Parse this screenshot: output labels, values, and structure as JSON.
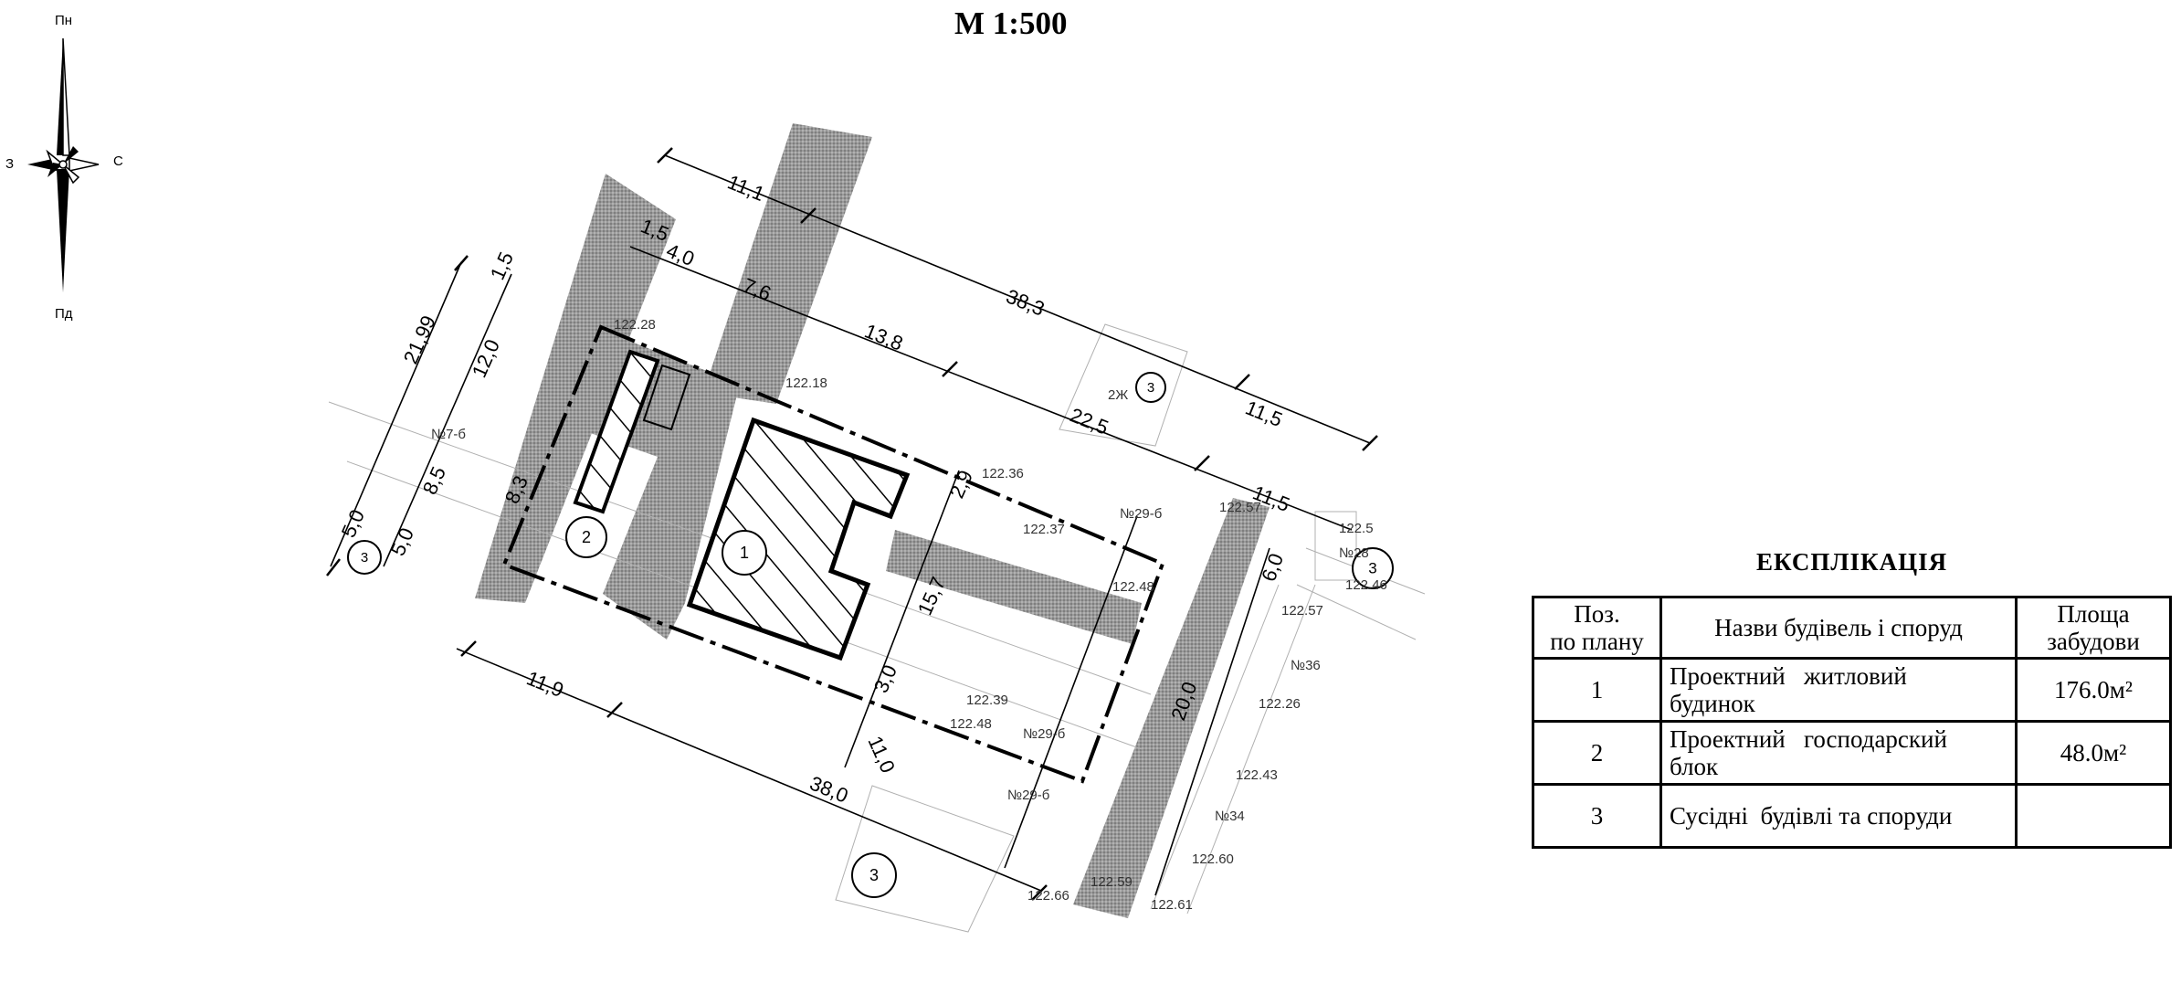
{
  "scale_title": "М 1:500",
  "compass": {
    "north": "Пн",
    "south": "Пд",
    "west": "З",
    "east": "С"
  },
  "plan": {
    "dimensions": {
      "d_11_1": "11,1",
      "d_38_3": "38,3",
      "d_1_5_top": "1,5",
      "d_4_0": "4,0",
      "d_7_6": "7,6",
      "d_13_8": "13,8",
      "d_22_5": "22,5",
      "d_11_5_a": "11,5",
      "d_11_5_b": "11,5",
      "d_21_99": "21,99",
      "d_1_5_left": "1,5",
      "d_12_0": "12,0",
      "d_8_5": "8,5",
      "d_8_3": "8,3",
      "d_5_0_a": "5,0",
      "d_5_0_b": "5,0",
      "d_2_9": "2,9",
      "d_15_7": "15,7",
      "d_3_0": "3,0",
      "d_11_0": "11,0",
      "d_11_9": "11,9",
      "d_38_0": "38,0",
      "d_6_0": "6,0",
      "d_20_0": "20,0"
    },
    "elevations": [
      "122.28",
      "122.18",
      "122.36",
      "122.37",
      "122.48",
      "122.57",
      "122.5",
      "122.46",
      "122.26",
      "122.43",
      "122.39",
      "122.48",
      "122.60",
      "122.61",
      "122.59",
      "122.66",
      "122.57"
    ],
    "house_numbers": [
      "№7-б",
      "№29-б",
      "№29-б",
      "№29-б",
      "№36",
      "№34",
      "№28"
    ],
    "neighbor_label": "2Ж",
    "markers": {
      "building_1": "1",
      "building_2": "2",
      "neighbor_top": "3",
      "neighbor_left": "3",
      "neighbor_right": "3",
      "neighbor_bottom": "3"
    }
  },
  "legend": {
    "title": "ЕКСПЛІКАЦІЯ",
    "headers": {
      "pos_line1": "Поз.",
      "pos_line2": "по плану",
      "name": "Назви будівель і споруд",
      "area_line1": "Площа",
      "area_line2": "забудови"
    },
    "rows": [
      {
        "pos": "1",
        "name_line1": "Проектний   житловий",
        "name_line2": "будинок",
        "area": "176.0м²"
      },
      {
        "pos": "2",
        "name_line1": "Проектний   господарский",
        "name_line2": "блок",
        "area": "48.0м²"
      },
      {
        "pos": "3",
        "name_line1": "Сусідні  будівлі та споруди",
        "name_line2": "",
        "area": ""
      }
    ]
  }
}
